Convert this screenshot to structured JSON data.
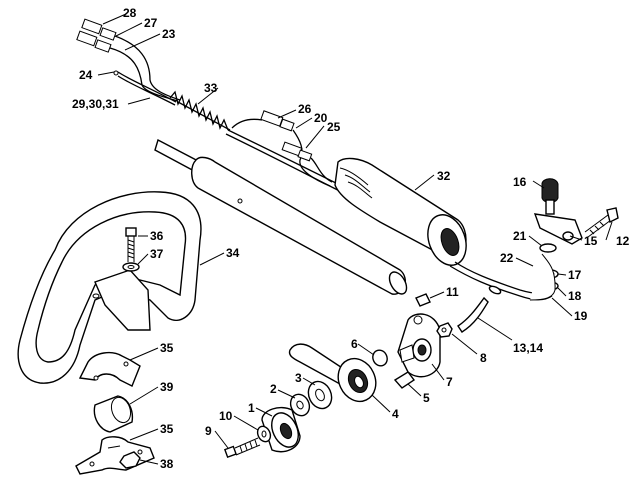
{
  "diagram": {
    "labels": {
      "p1": "1",
      "p2": "2",
      "p3": "3",
      "p4": "4",
      "p5": "5",
      "p6": "6",
      "p7": "7",
      "p8": "8",
      "p9": "9",
      "p10": "10",
      "p11": "11",
      "p12": "12",
      "p13_14": "13,14",
      "p15": "15",
      "p16": "16",
      "p17": "17",
      "p18": "18",
      "p19": "19",
      "p20": "20",
      "p21": "21",
      "p22": "22",
      "p23": "23",
      "p24": "24",
      "p25": "25",
      "p26": "26",
      "p27": "27",
      "p28": "28",
      "p29_31": "29,30,31",
      "p32": "32",
      "p33": "33",
      "p34": "34",
      "p35a": "35",
      "p35b": "35",
      "p36": "36",
      "p37": "37",
      "p38": "38",
      "p39": "39"
    }
  }
}
